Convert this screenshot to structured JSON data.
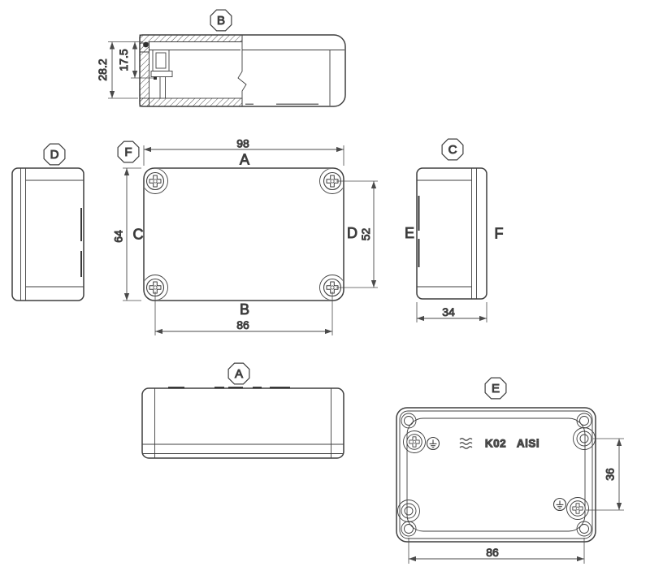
{
  "drawing": {
    "views": {
      "section": {
        "label": "B",
        "dim_total": "28.2",
        "dim_inner": "17.5"
      },
      "end_left": {
        "label": "D"
      },
      "front": {
        "label": "F",
        "dim_width": "98",
        "dim_height": "64",
        "dim_screws_v": "52",
        "dim_screws_h": "86",
        "face_top": "A",
        "face_left": "C",
        "face_right": "D",
        "face_bottom": "B"
      },
      "end_right": {
        "label": "C",
        "face_left": "E",
        "face_right": "F",
        "dim_depth": "34"
      },
      "long_side": {
        "label": "A"
      },
      "base": {
        "label": "E",
        "marking_code": "K02",
        "marking_material": "AlSi",
        "dim_holes_v": "36",
        "dim_holes_h": "86"
      }
    },
    "colors": {
      "line": "#3f3f3f",
      "text": "#3a3a3a",
      "background": "#ffffff"
    }
  }
}
